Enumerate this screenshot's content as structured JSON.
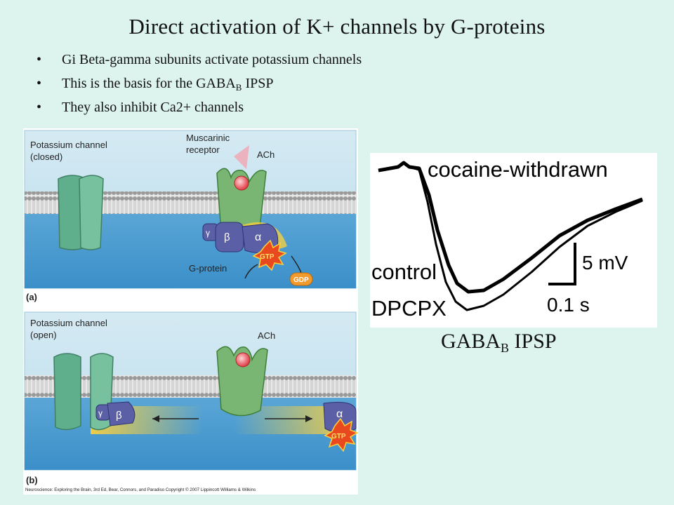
{
  "title": "Direct activation of K+ channels by G-proteins",
  "bullets": [
    {
      "marker": "•",
      "text": "Gi Beta-gamma subunits activate potassium channels"
    },
    {
      "marker": "•",
      "text": "This is the basis for the GABA",
      "sub": "B",
      "after": " IPSP"
    },
    {
      "marker": "•",
      "text": "They also inhibit Ca2+ channels"
    }
  ],
  "figure": {
    "panel_a": {
      "label": "(a)",
      "channel_label": [
        "Potassium channel",
        "(closed)"
      ],
      "receptor_label": [
        "Muscarinic",
        "receptor"
      ],
      "ach_label": "ACh",
      "gprotein_label": "G-protein",
      "gamma": "γ",
      "beta": "β",
      "alpha": "α",
      "gtp": "GTP",
      "gdp": "GDP"
    },
    "panel_b": {
      "label": "(b)",
      "channel_label": [
        "Potassium channel",
        "(open)"
      ],
      "ach_label": "ACh",
      "gamma": "γ",
      "beta": "β",
      "alpha": "α",
      "gtp": "GTP"
    },
    "credit": "Neuroscience: Exploring the Brain, 3rd Ed, Bear, Connors, and Paradiso Copyright © 2007 Lippincott Williams & Wilkins"
  },
  "trace": {
    "label_top": "cocaine-withdrawn",
    "label_control": "control",
    "label_dpcpx": "DPCPX",
    "scale_v": "5 mV",
    "scale_t": "0.1 s"
  },
  "gaba_label": {
    "text": "GABA",
    "sub": "B",
    "after": " IPSP"
  },
  "colors": {
    "background": "#dcf3ee",
    "channel": "#5fae8c",
    "receptor": "#79b673",
    "gprotein": "#5a5fa6",
    "gtp": "#e8491f",
    "gdp": "#f29a2c"
  }
}
